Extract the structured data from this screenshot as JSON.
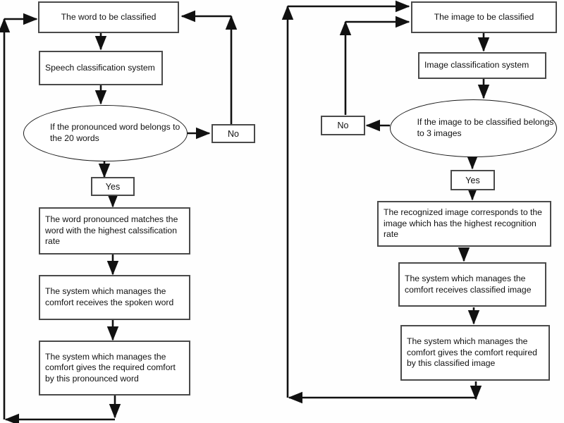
{
  "diagram": {
    "title": "Speech and image classification comfort-control flowcharts",
    "type": "flowchart",
    "stroke_color": "#4a4a4a",
    "ellipse_color": "#1a1a1a",
    "background": "#ffffff"
  },
  "left_flow": {
    "name": "speech-classification-flow",
    "start": "The word to be classified",
    "system": "Speech classification system",
    "decision": "If the pronounced word belongs to the 20 words",
    "no_label": "No",
    "yes_label": "Yes",
    "step_match": "The word pronounced matches the word with the highest calssification rate",
    "step_receive": "The system which manages the comfort receives the spoken word",
    "step_give": "The system which manages the comfort gives the required comfort by this pronounced word"
  },
  "right_flow": {
    "name": "image-classification-flow",
    "start": "The image to be classified",
    "system": "Image classification system",
    "decision": "If the image to be classified belongs to 3 images",
    "no_label": "No",
    "yes_label": "Yes",
    "step_match": "The recognized image corresponds to the image which has the highest recognition rate",
    "step_receive": "The system which manages the comfort receives classified image",
    "step_give": "The system which manages the comfort gives the comfort required by this classified image"
  }
}
